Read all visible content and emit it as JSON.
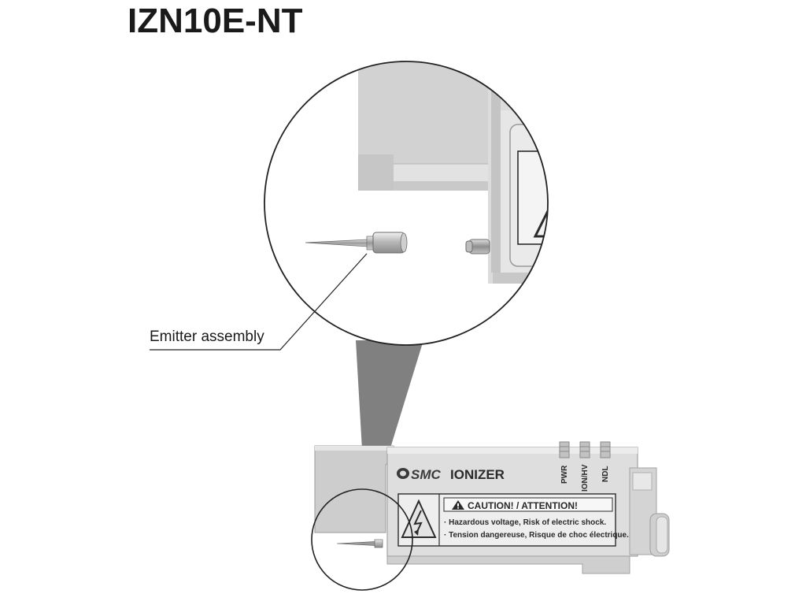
{
  "title": "IZN10E-NT",
  "callout_label": "Emitter assembly",
  "device": {
    "brand": "SMC",
    "product": "IONIZER",
    "indicators": [
      "PWR",
      "ION/HV",
      "NDL"
    ],
    "caution_heading": "CAUTION! / ATTENTION!",
    "caution_lines": [
      "· Hazardous voltage, Risk of electric shock.",
      "· Tension dangereuse, Risque de choc électrique."
    ]
  },
  "icons": [
    "warning-triangle-icon",
    "electric-shock-icon",
    "smc-logo-icon"
  ],
  "colors": {
    "body_light": "#dcdcdc",
    "body_mid": "#c8c8c8",
    "body_dark": "#a8a8a8",
    "outline": "#2b2b2b",
    "zoom_cone": "#7f7f7f"
  }
}
